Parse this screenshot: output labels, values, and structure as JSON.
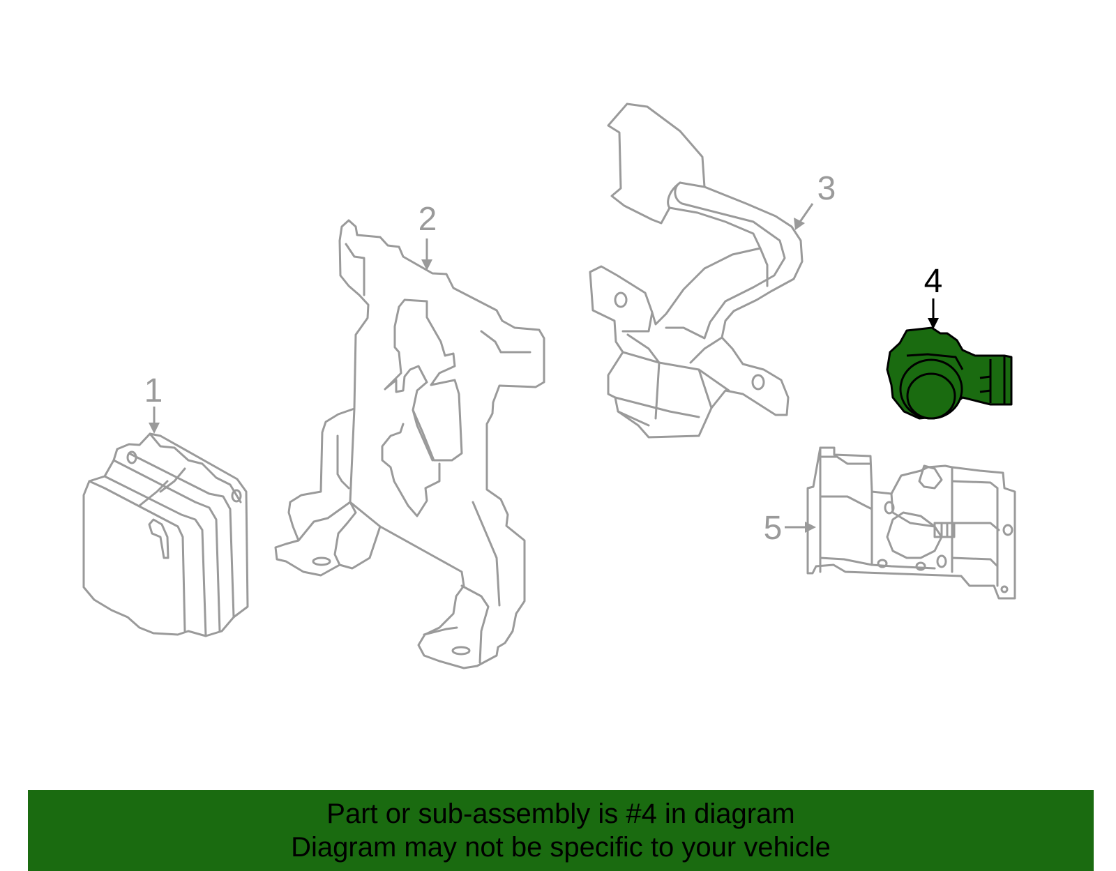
{
  "diagram": {
    "callouts": [
      {
        "number": "1",
        "highlighted": false
      },
      {
        "number": "2",
        "highlighted": false
      },
      {
        "number": "3",
        "highlighted": false
      },
      {
        "number": "4",
        "highlighted": true
      },
      {
        "number": "5",
        "highlighted": false
      }
    ],
    "colors": {
      "outline": "#9a9a9a",
      "highlight_fill": "#1a6b10",
      "highlight_text": "#000000",
      "banner_bg": "#1a6b10"
    }
  },
  "banner": {
    "line1": "Part or sub-assembly is #4 in diagram",
    "line2": "Diagram may not be specific to your vehicle"
  }
}
